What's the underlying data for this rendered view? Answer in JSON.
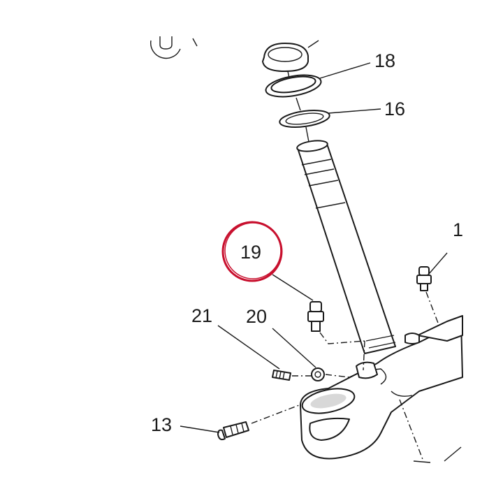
{
  "callouts": {
    "l18": "18",
    "l16": "16",
    "l19": "19",
    "l1": "1",
    "l21": "21",
    "l20": "20",
    "l13": "13"
  },
  "highlight_color": "#c8102e",
  "line_color": "#1a1a1a"
}
